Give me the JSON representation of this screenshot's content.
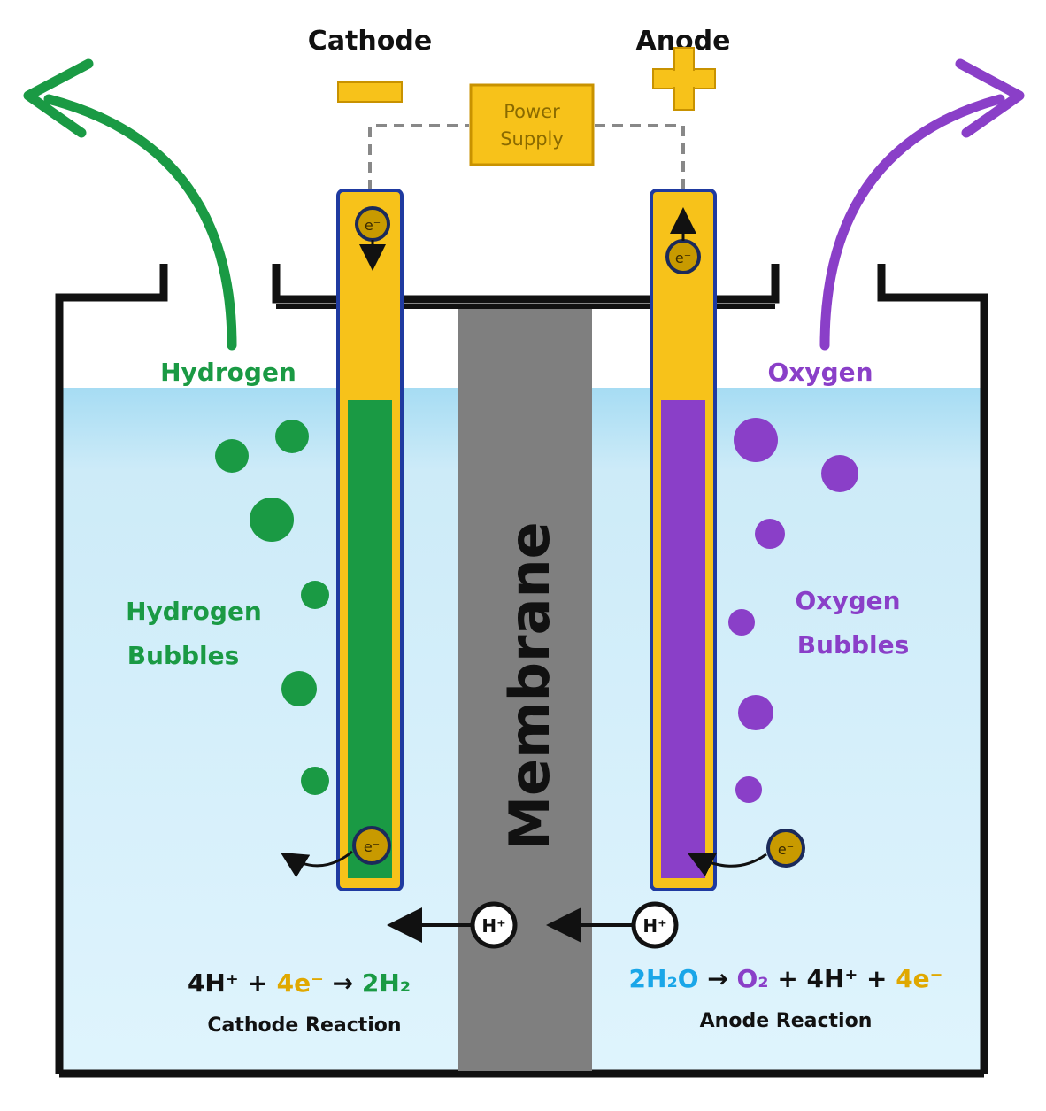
{
  "labels": {
    "cathode": "Cathode",
    "anode": "Anode",
    "cathode_sign": "−",
    "anode_sign": "+",
    "power_supply_line1": "Power",
    "power_supply_line2": "Supply",
    "membrane": "Membrane",
    "hydrogen": "Hydrogen",
    "oxygen": "Oxygen",
    "hydrogen_bubbles_line1": "Hydrogen",
    "hydrogen_bubbles_line2": "Bubbles",
    "oxygen_bubbles_line1": "Oxygen",
    "oxygen_bubbles_line2": "Bubbles",
    "electron": "e⁻",
    "proton": "H⁺"
  },
  "cathode_reaction": {
    "reactant": "4H⁺ + ",
    "electrons": "4e⁻",
    "arrow": " → ",
    "product": "2H₂",
    "caption": "Cathode Reaction"
  },
  "anode_reaction": {
    "reactant": "2H₂O",
    "arrow": " → ",
    "product": "O₂",
    "mid": " + 4H⁺ + ",
    "electrons": "4e⁻",
    "caption": "Anode Reaction"
  },
  "colors": {
    "hydrogen": "#1a9a44",
    "oxygen": "#8a3fc8",
    "electrode": "#f7c21a",
    "electrode_border": "#1f3aa0",
    "membrane": "#7f7f7f",
    "electrolyte_top": "#a6dcf3",
    "electrolyte_bottom": "#d9f2fc",
    "tank": "#111111",
    "water": "#1aa6e8"
  }
}
